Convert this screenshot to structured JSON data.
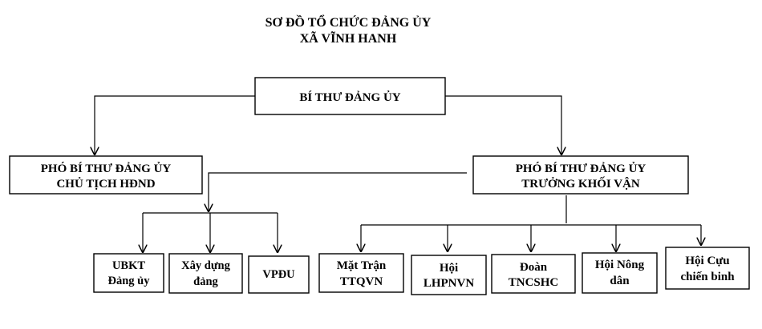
{
  "title": {
    "line1": "SƠ ĐỒ TỔ CHỨC ĐẢNG ỦY",
    "line2": "XÃ VĨNH HANH"
  },
  "nodes": {
    "secretary": {
      "line1": "BÍ THƯ ĐẢNG ỦY"
    },
    "deputy_left": {
      "line1": "PHÓ BÍ THƯ ĐẢNG ỦY",
      "line2": "CHỦ TỊCH HĐND"
    },
    "deputy_right": {
      "line1": "PHÓ BÍ THƯ ĐẢNG ỦY",
      "line2": "TRƯỞNG KHỐI VẬN"
    },
    "ubkt": {
      "line1": "UBKT",
      "line2": "Đảng ủy"
    },
    "xay_dung": {
      "line1": "Xây dựng",
      "line2": "đảng"
    },
    "vpdu": {
      "line1": "VPĐU"
    },
    "mat_tran": {
      "line1": "Mặt Trận",
      "line2": "TTQVN"
    },
    "hoi_lhpn": {
      "line1": "Hội",
      "line2": "LHPNVN"
    },
    "doan": {
      "line1": "Đoàn",
      "line2": "TNCSHC"
    },
    "hoi_nong_dan": {
      "line1": "Hội Nông",
      "line2": "dân"
    },
    "hoi_cuu_chien_binh": {
      "line1": "Hội Cựu",
      "line2": "chiến binh"
    }
  }
}
